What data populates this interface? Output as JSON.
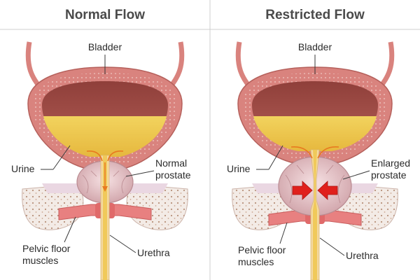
{
  "panels": [
    {
      "title": "Normal Flow",
      "labels": {
        "bladder": "Bladder",
        "urine": "Urine",
        "prostate_line1": "Normal",
        "prostate_line2": "prostate",
        "urethra": "Urethra",
        "pelvic_line1": "Pelvic floor",
        "pelvic_line2": "muscles"
      }
    },
    {
      "title": "Restricted Flow",
      "labels": {
        "bladder": "Bladder",
        "urine": "Urine",
        "prostate_line1": "Enlarged",
        "prostate_line2": "prostate",
        "urethra": "Urethra",
        "pelvic_line1": "Pelvic floor",
        "pelvic_line2": "muscles"
      }
    }
  ],
  "colors": {
    "bladder_wall": "#d9837e",
    "bladder_interior": "#a8504a",
    "urine": "#f0d25c",
    "prostate": "#e8c4c8",
    "pelvic_muscle": "#e88080",
    "bone": "#f3ebe6",
    "urethra": "#f4d9a0",
    "compression_arrow": "#e0201c",
    "flow_arrow": "#e87a1f"
  }
}
